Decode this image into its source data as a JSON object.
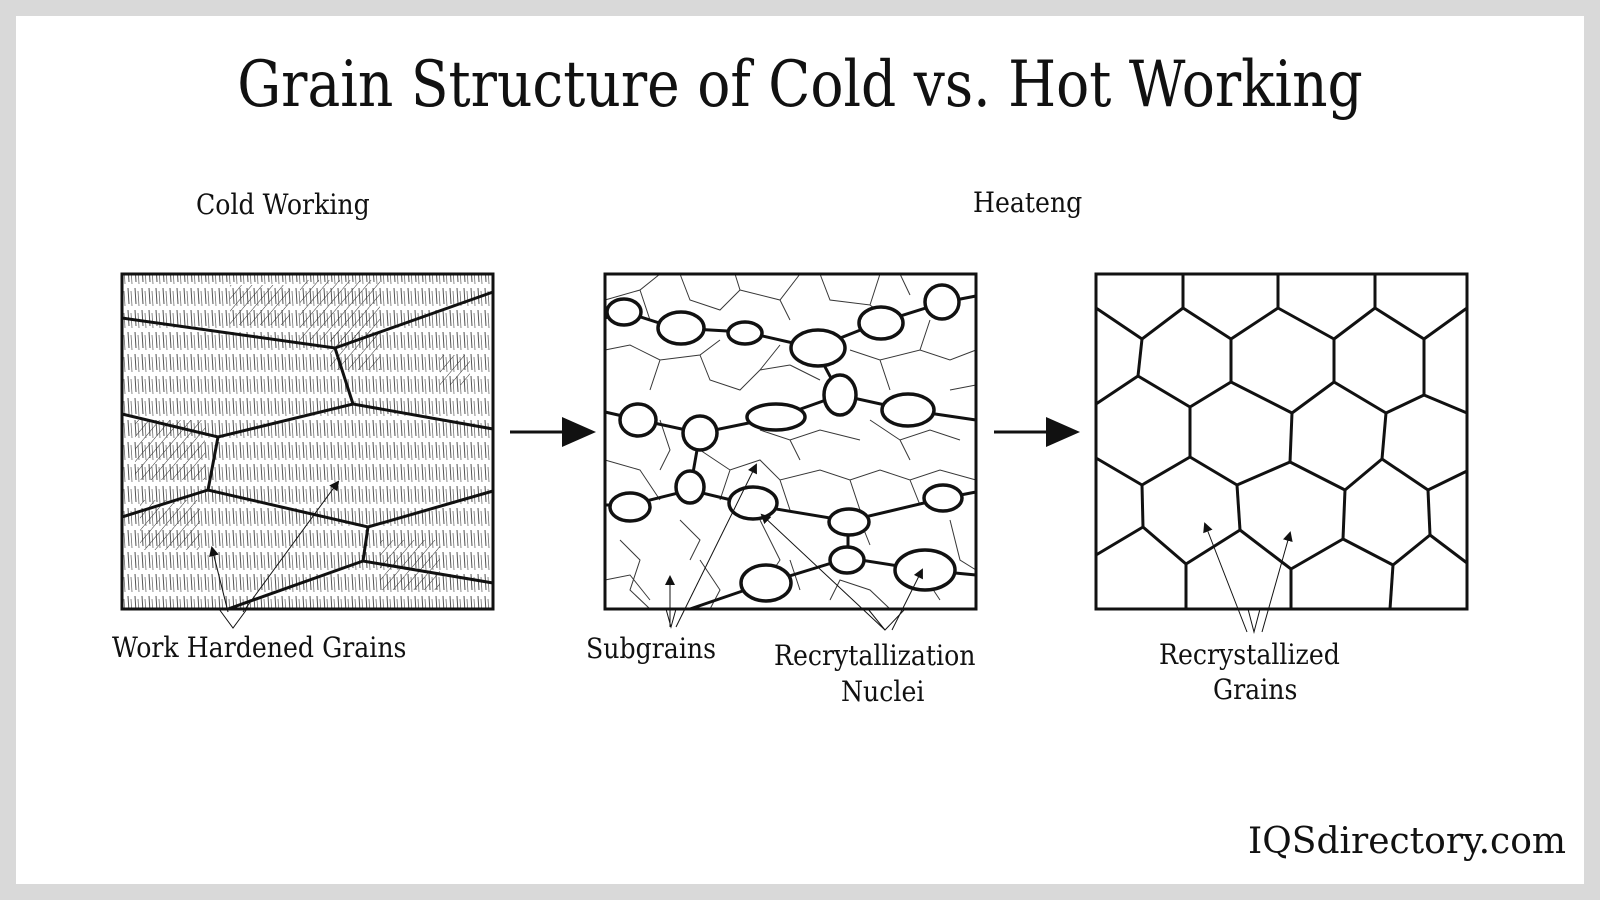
{
  "title": "Grain Structure of Cold vs. Hot Working",
  "stages": {
    "cold_working": "Cold Working",
    "heating": "Heateng"
  },
  "callouts": {
    "work_hardened": "Work Hardened Grains",
    "subgrains": "Subgrains",
    "nuclei_line1": "Recrytallization",
    "nuclei_line2": "Nuclei",
    "recrystallized_line1": "Recrystallized",
    "recrystallized_line2": "Grains"
  },
  "panels": [
    {
      "id": "cold-worked-panel",
      "description": "Elongated work hardened grains with dislocation hatching"
    },
    {
      "id": "heating-panel",
      "description": "Subgrains network with recrystallization nuclei along grain boundaries"
    },
    {
      "id": "recrystallized-panel",
      "description": "Equiaxed hexagonal recrystallized grains"
    }
  ],
  "arrows": [
    "process-arrow-1",
    "process-arrow-2"
  ],
  "watermark": "IQSdirectory.com",
  "colors": {
    "background": "#d9d9d9",
    "card": "#ffffff",
    "ink": "#111111"
  }
}
